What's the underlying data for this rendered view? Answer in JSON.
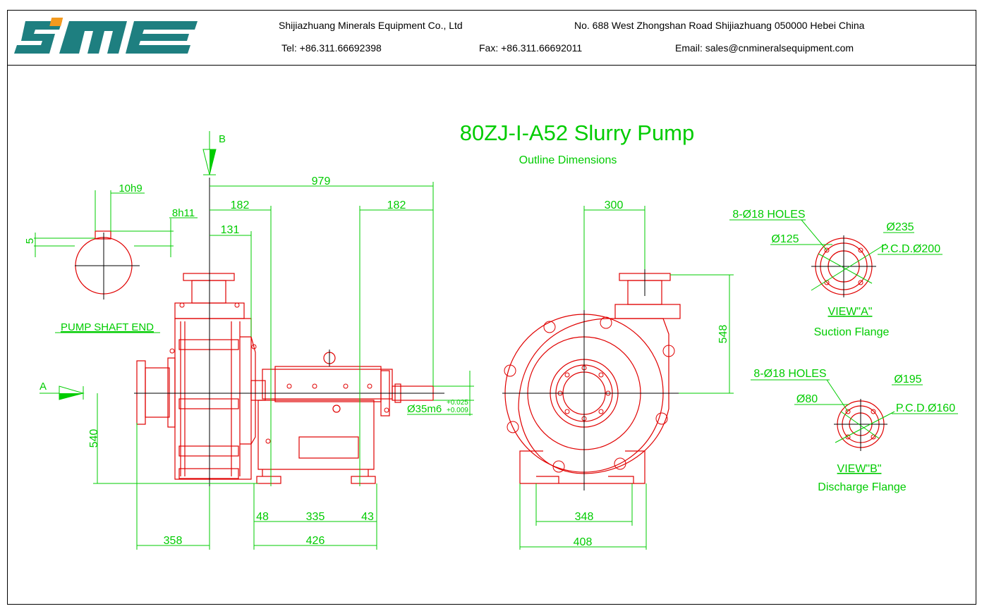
{
  "header": {
    "logo_text": "SME",
    "company": "Shijiazhuang Minerals Equipment Co., Ltd",
    "address": "No. 688 West Zhongshan Road Shijiazhuang 050000 Hebei China",
    "tel": "Tel: +86.311.66692398",
    "fax": "Fax: +86.311.66692011",
    "email": "Email: sales@cnmineralsequipment.com"
  },
  "drawing": {
    "title": "80ZJ-I-A52 Slurry Pump",
    "subtitle": "Outline Dimensions",
    "colors": {
      "dimension": "#00cc00",
      "outline": "#e00000",
      "centerline": "#000000",
      "logo_teal": "#1e7f80",
      "logo_orange": "#f39a1e"
    },
    "labels": {
      "view_b_arrow": "B",
      "view_a_arrow": "A",
      "shaft_end": "PUMP SHAFT END",
      "shaft_tol_main": "Ø35m6",
      "shaft_tol_up": "+0.025",
      "shaft_tol_low": "+0.009"
    },
    "dimensions": {
      "d10h9": "10h9",
      "d8h11": "8h11",
      "d5": "5",
      "d979": "979",
      "d182a": "182",
      "d182b": "182",
      "d131": "131",
      "d540": "540",
      "d358": "358",
      "d48": "48",
      "d335": "335",
      "d43": "43",
      "d426": "426",
      "d300": "300",
      "d548": "548",
      "d348": "348",
      "d408": "408"
    },
    "suction_flange": {
      "holes": "8-Ø18 HOLES",
      "outer": "Ø235",
      "inner": "Ø125",
      "pcd": "P.C.D.Ø200",
      "view": "VIEW\"A\"",
      "name": "Suction Flange"
    },
    "discharge_flange": {
      "holes": "8-Ø18 HOLES",
      "outer": "Ø195",
      "inner": "Ø80",
      "pcd": "P.C.D.Ø160",
      "view": "VIEW\"B\"",
      "name": "Discharge Flange"
    }
  }
}
